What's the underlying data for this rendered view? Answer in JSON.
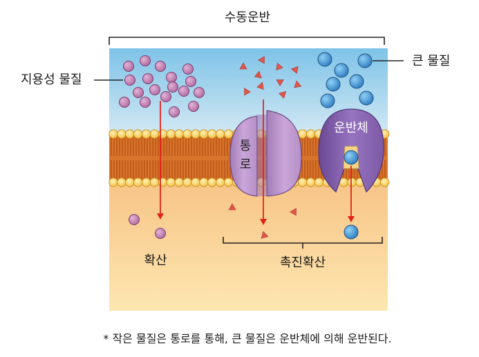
{
  "labels": {
    "passive_transport": "수동운반",
    "lipid_soluble": "지용성 물질",
    "large_substance": "큰 물질",
    "channel_top": "통",
    "channel_bottom": "로",
    "carrier": "운반체",
    "diffusion": "확산",
    "facilitated_diffusion": "촉진확산",
    "caption": "* 작은 물질은 통로를 통해, 큰 물질은 운반체에 의해 운반된다."
  },
  "colors": {
    "sky_top": "#7ec3e8",
    "sky_bottom": "#cfe7f3",
    "inside_top": "#f7c588",
    "inside_bottom": "#fde7b0",
    "tail": "#d9742c",
    "head": "#f6c344",
    "head_edge": "#c98a16",
    "purple_molecule": "#b06aa0",
    "channel": "#b58fc6",
    "channel_edge": "#6d4b86",
    "carrier": "#7e5aa6",
    "carrier_edge": "#4f3677",
    "blue_molecule": "#2f7dc1",
    "small_triangle": "#e2554a",
    "arrow": "#e3201b"
  }
}
